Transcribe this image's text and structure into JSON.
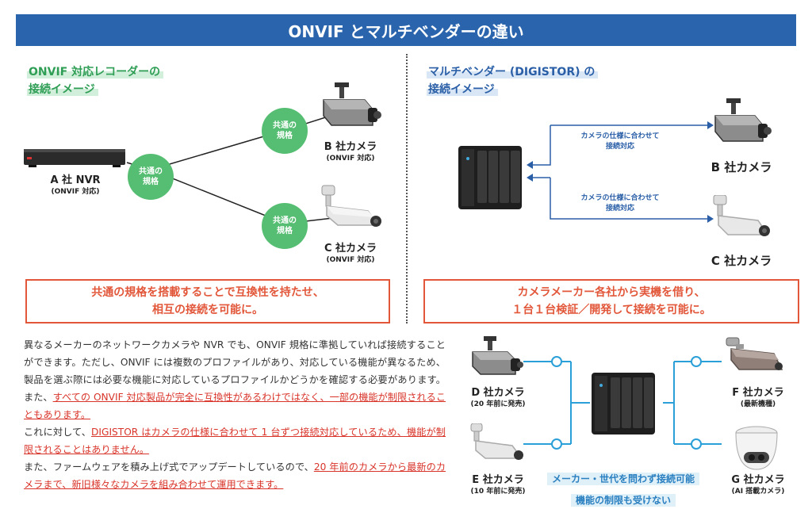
{
  "banner_title": "ONVIF とマルチベンダーの違い",
  "left": {
    "title_line1": "ONVIF 対応レコーダーの",
    "title_line2": "接続イメージ",
    "nvr_label": "A 社 NVR",
    "nvr_sub": "(ONVIF 対応)",
    "circle_center": "共通の\n規格",
    "circle_top": "共通の\n規格",
    "circle_bottom": "共通の\n規格",
    "camera_b_label": "B 社カメラ",
    "camera_b_sub": "(ONVIF 対応)",
    "camera_c_label": "C 社カメラ",
    "camera_c_sub": "(ONVIF 対応)",
    "summary_line1": "共通の規格を搭載することで互換性を持たせ、",
    "summary_line2": "相互の接続を可能に。"
  },
  "right": {
    "title_line1": "マルチベンダー (DIGISTOR) の",
    "title_line2": "接続イメージ",
    "arrow_note_top_line1": "カメラの仕様に合わせて",
    "arrow_note_top_line2": "接続対応",
    "arrow_note_bottom_line1": "カメラの仕様に合わせて",
    "arrow_note_bottom_line2": "接続対応",
    "camera_b_label": "B 社カメラ",
    "camera_c_label": "C 社カメラ",
    "summary_line1": "カメラメーカー各社から実機を借り、",
    "summary_line2": "１台１台検証／開発して接続を可能に。"
  },
  "body": {
    "p1_normal": "異なるメーカーのネットワークカメラや NVR でも、ONVIF 規格に準拠していれば接続することができます。ただし、ONVIF には複数のプロファイルがあり、対応している機能が異なるため、製品を選ぶ際には必要な機能に対応しているプロファイルかどうかを確認する必要があります。また、",
    "p1_red": "すべての ONVIF 対応製品が完全に互換性があるわけではなく、一部の機能が制限されることもあります。",
    "p2_normal": "これに対して、",
    "p2_red": "DIGISTOR はカメラの仕様に合わせて 1 台ずつ接続対応しているため、機能が制限されることはありません。",
    "p3_normal": "また、ファームウェアを積み上げ式でアップデートしているので、",
    "p3_red": "20 年前のカメラから最新のカメラまで、新旧様々なカメラを組み合わせて運用できます。"
  },
  "bottom_diagram": {
    "camera_d_label": "D 社カメラ",
    "camera_d_sub": "(20 年前に発売)",
    "camera_e_label": "E 社カメラ",
    "camera_e_sub": "(10 年前に発売)",
    "camera_f_label": "F 社カメラ",
    "camera_f_sub": "(最新機種)",
    "camera_g_label": "G 社カメラ",
    "camera_g_sub": "(AI 搭載カメラ)",
    "note_line1": "メーカー・世代を問わず接続可能",
    "note_line2": "機能の制限も受けない"
  },
  "colors": {
    "banner": "#2a64ad",
    "green": "#2f9e55",
    "circle_green": "#56be72",
    "blue": "#2a5fa7",
    "red": "#e2573a",
    "light_blue": "#2a9fd8"
  }
}
